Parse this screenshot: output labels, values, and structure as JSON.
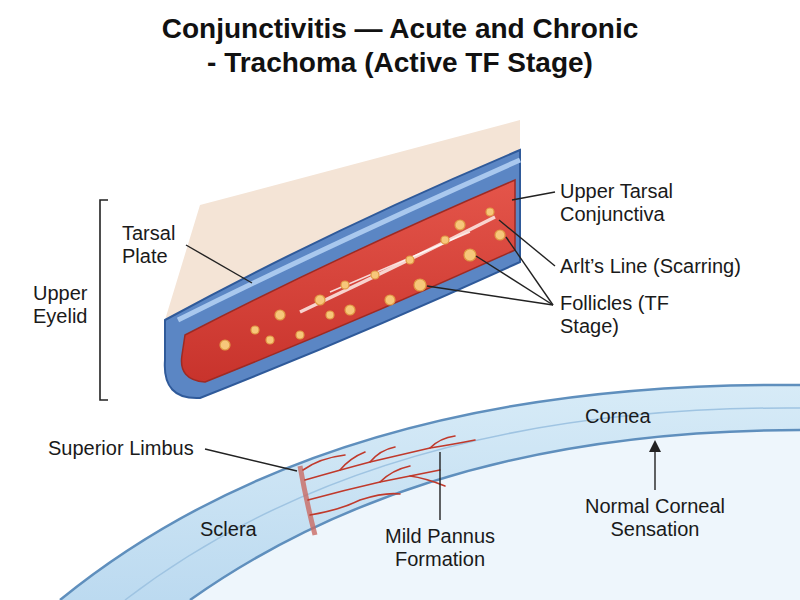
{
  "diagram": {
    "title": "Conjunctivitis — Acute and Chronic - Trachoma (Active TF Stage)",
    "labels": [
      "Tarsal Plate",
      "Upper Tarsal Conjunctiva",
      "Upper Eyelid",
      "Arlt’s Line (Scarring)",
      "Follicles (TF Stage)",
      "Cornea",
      "Superior Limbus",
      "Sclera",
      "Mild Pannus Formation",
      "Normal Corneal Sensation"
    ]
  }
}
